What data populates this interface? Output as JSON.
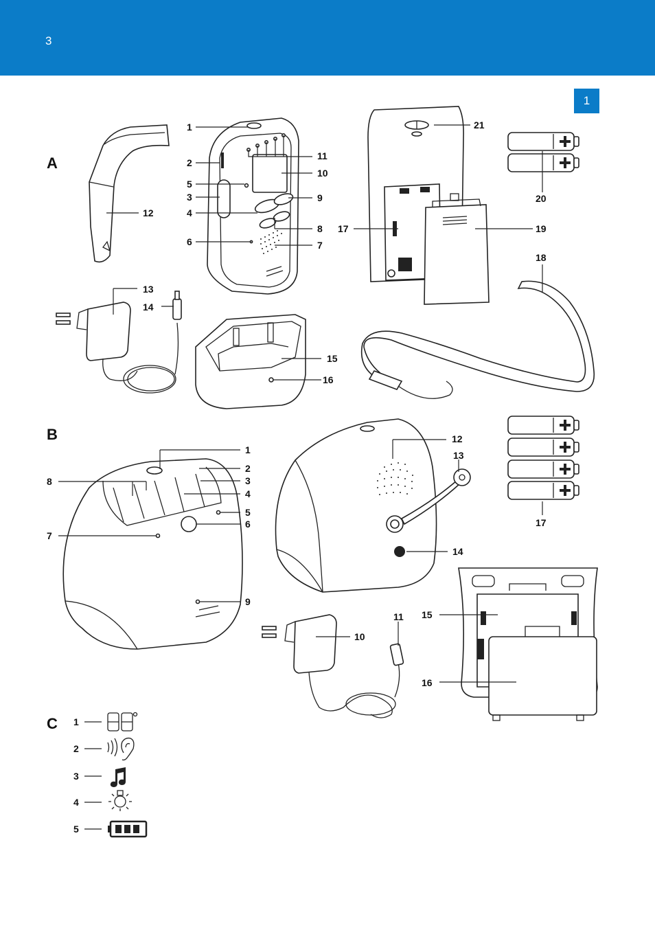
{
  "header": {
    "page_number": "3",
    "figure_badge": "1",
    "bar_color": "#0b7cc8"
  },
  "sections": {
    "a": "A",
    "b": "B",
    "c": "C"
  },
  "section_a_labels": [
    "1",
    "2",
    "5",
    "3",
    "4",
    "6",
    "11",
    "10",
    "9",
    "8",
    "7",
    "12",
    "13",
    "14",
    "15",
    "16",
    "21",
    "20",
    "17",
    "19",
    "18"
  ],
  "section_b_labels": [
    "1",
    "2",
    "8",
    "3",
    "4",
    "5",
    "6",
    "7",
    "9",
    "12",
    "13",
    "14",
    "17",
    "15",
    "10",
    "11",
    "16"
  ],
  "section_c_labels": [
    "1",
    "2",
    "3",
    "4",
    "5"
  ],
  "icons": {
    "c1": "temperature-display-icon",
    "c2": "sound-ear-icon",
    "c3": "music-note-icon",
    "c4": "night-light-icon",
    "c5": "battery-icon"
  }
}
